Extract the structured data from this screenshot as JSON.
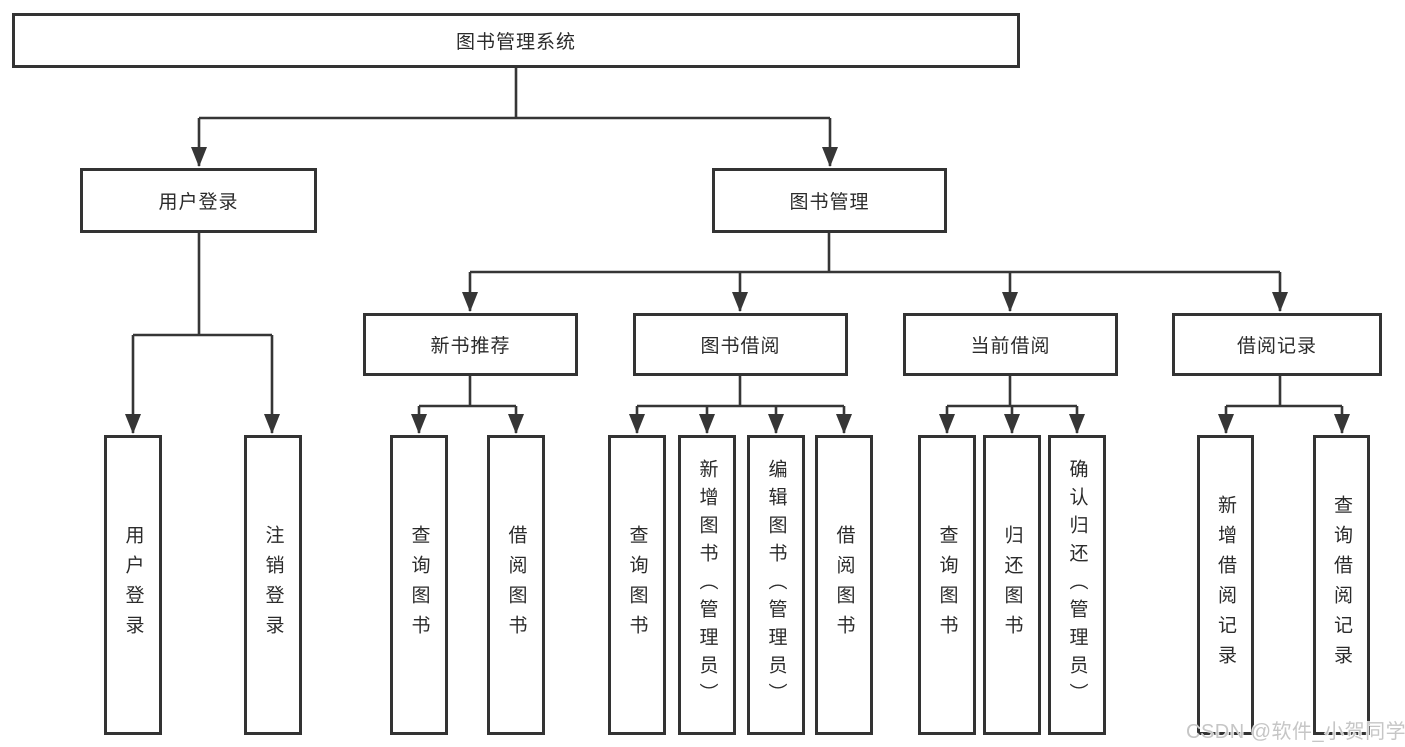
{
  "colors": {
    "line": "#363636",
    "box_border": "#333333",
    "text": "#2b2b2b",
    "background": "#ffffff",
    "watermark": "#c6c6c6"
  },
  "tree": {
    "root": {
      "label": "图书管理系统"
    },
    "branches": [
      {
        "label": "用户登录",
        "leaves": [
          {
            "label": "用户登录"
          },
          {
            "label": "注销登录"
          }
        ]
      },
      {
        "label": "图书管理",
        "children": [
          {
            "label": "新书推荐",
            "leaves": [
              {
                "label": "查询图书"
              },
              {
                "label": "借阅图书"
              }
            ]
          },
          {
            "label": "图书借阅",
            "leaves": [
              {
                "label": "查询图书"
              },
              {
                "label": "新增图书（管理员）"
              },
              {
                "label": "编辑图书（管理员）"
              },
              {
                "label": "借阅图书"
              }
            ]
          },
          {
            "label": "当前借阅",
            "leaves": [
              {
                "label": "查询图书"
              },
              {
                "label": "归还图书"
              },
              {
                "label": "确认归还（管理员）"
              }
            ]
          },
          {
            "label": "借阅记录",
            "leaves": [
              {
                "label": "新增借阅记录"
              },
              {
                "label": "查询借阅记录"
              }
            ]
          }
        ]
      }
    ]
  },
  "watermark": {
    "text": "CSDN @软件_小贺同学"
  }
}
